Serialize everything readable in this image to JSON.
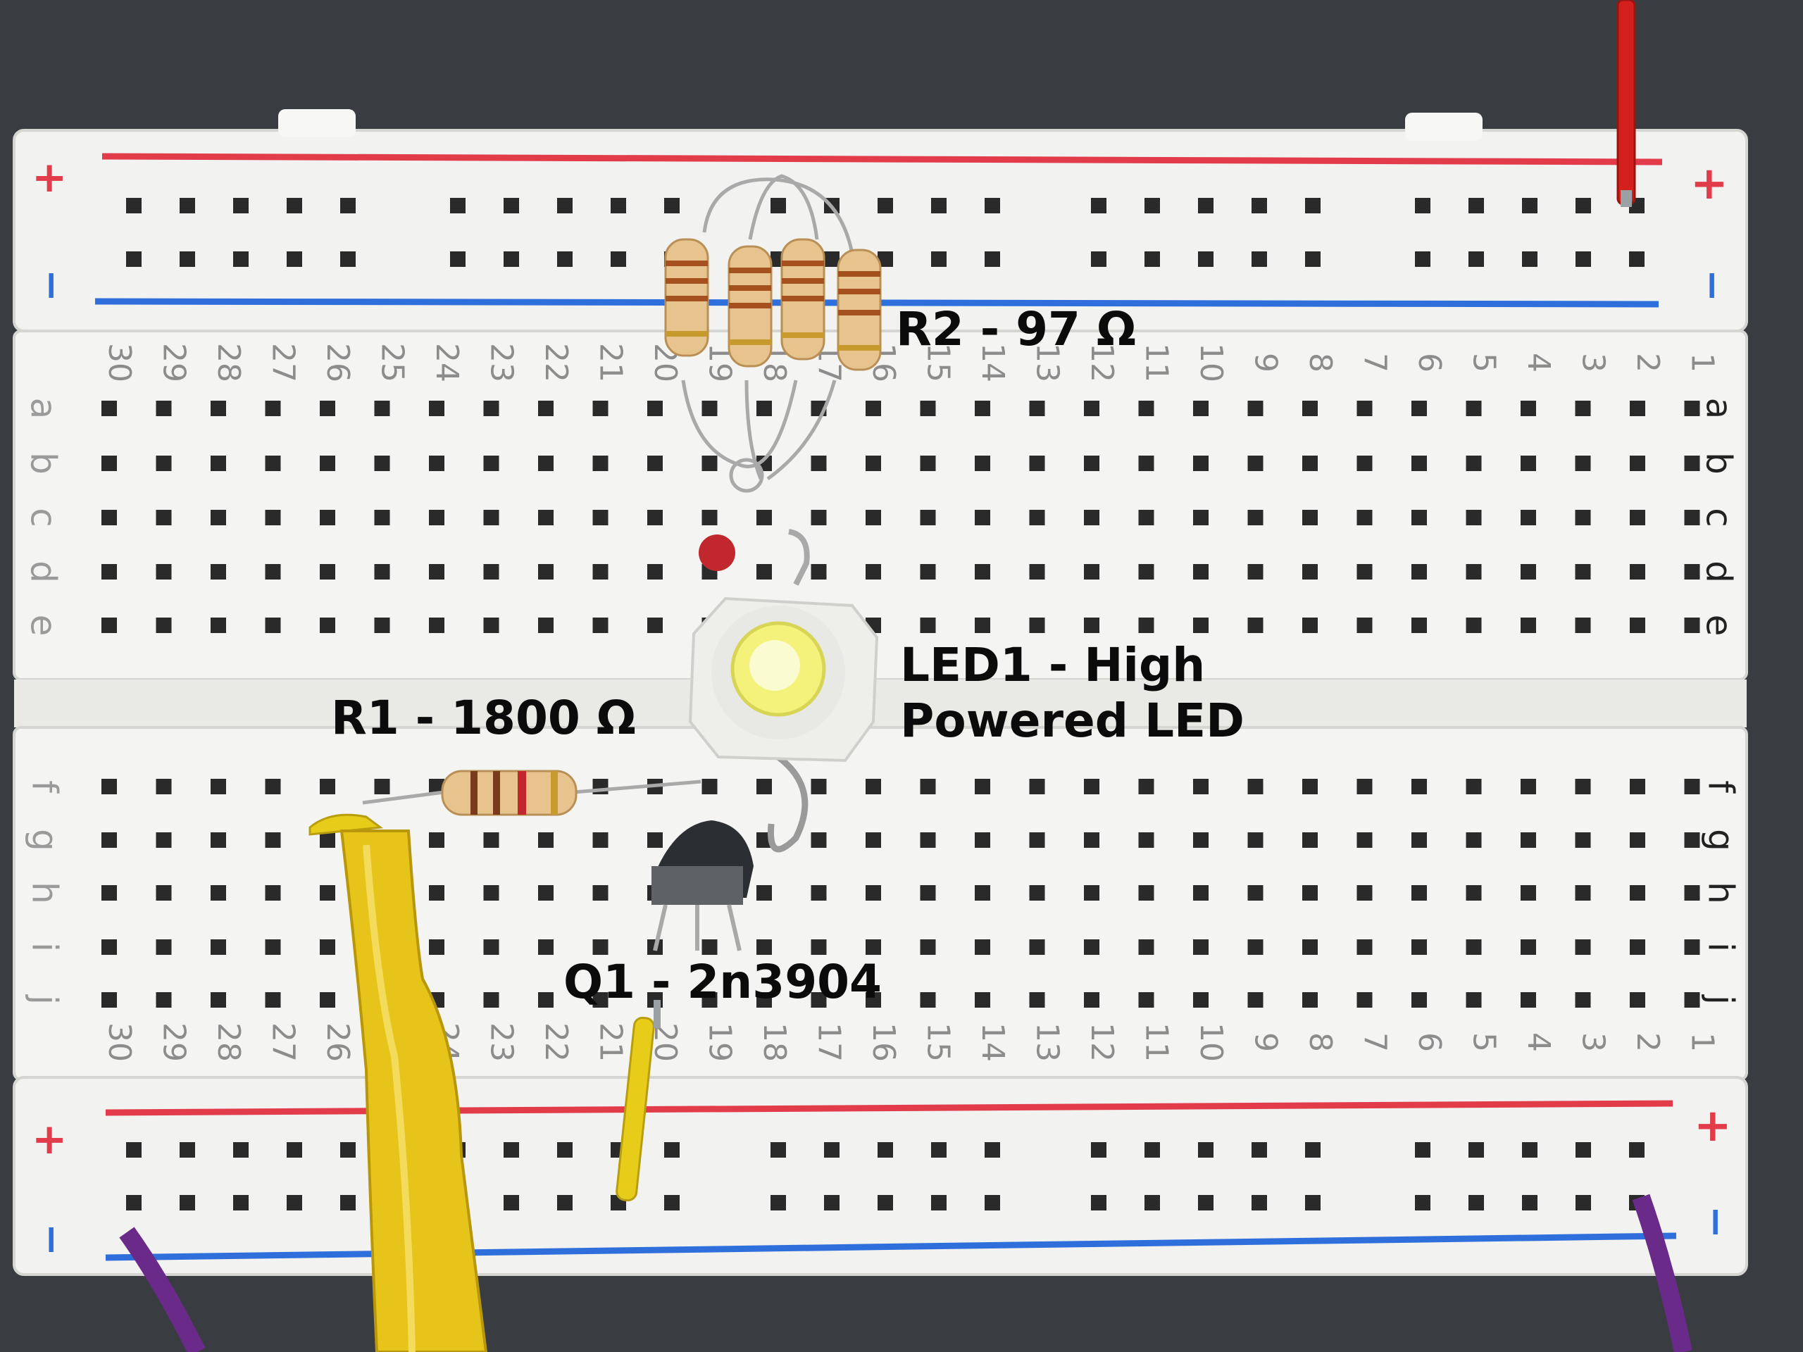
{
  "breadboard": {
    "columns_top": [
      "30",
      "29",
      "28",
      "27",
      "26",
      "25",
      "24",
      "23",
      "22",
      "21",
      "20",
      "19",
      "18",
      "17",
      "16",
      "15",
      "14",
      "13",
      "12",
      "11",
      "10",
      "9",
      "8",
      "7",
      "6",
      "5",
      "4",
      "3",
      "2",
      "1"
    ],
    "rows_upper": [
      "a",
      "b",
      "c",
      "d",
      "e"
    ],
    "rows_lower": [
      "f",
      "g",
      "h",
      "i",
      "j"
    ],
    "rail_plus": "+",
    "rail_minus": "−",
    "colors": {
      "board": "#f3f3f1",
      "red_line": "#e23b4a",
      "blue_line": "#2f6fdc",
      "hole": "#2a2a2a"
    }
  },
  "components": {
    "r2_label": "R2 - 97 Ω",
    "r1_label": "R1 - 1800 Ω",
    "led_label_line1": "LED1 - High",
    "led_label_line2": "Powered LED",
    "q1_label": "Q1 - 2n3904"
  },
  "wires": {
    "red": "#d4201c",
    "purple": "#6a2a8a",
    "yellow": "#e8cc1a"
  }
}
